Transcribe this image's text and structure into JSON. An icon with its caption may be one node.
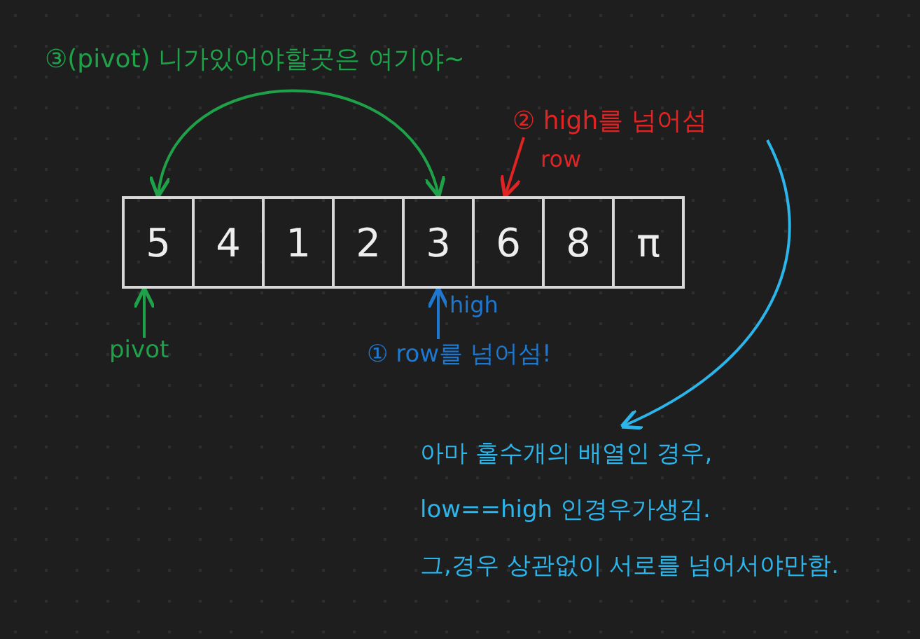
{
  "diagram": {
    "nodes": [
      {
        "text": [
          "5"
        ]
      },
      {
        "text": [
          "4"
        ]
      },
      {
        "text": [
          "1"
        ]
      },
      {
        "text": [
          "2"
        ]
      },
      {
        "text": [
          "3"
        ]
      },
      {
        "text": [
          "6"
        ]
      },
      {
        "text": [
          "8"
        ]
      },
      {
        "text": [
          "π"
        ]
      },
      {
        "text": [
          "pivot"
        ]
      },
      {
        "text": [
          "① row를 넘어섬!"
        ]
      },
      {
        "text": [
          "② high를 넘어섬"
        ]
      },
      {
        "text": [
          "아마 홀수개의 배열인 경우,",
          "low==high 인경우가생김.",
          "그,경우 상관없이 서로를 넘어서야만함."
        ]
      }
    ],
    "edges": [
      {
        "from": 4,
        "to": 0,
        "arrow": "both",
        "color": "#1fa14a"
      },
      {
        "from": 8,
        "to": 0,
        "arrow": "to",
        "color": "#1fa14a"
      },
      {
        "from": 9,
        "to": 4,
        "arrow": "to",
        "label": "high",
        "color": "#1e78d0"
      },
      {
        "from": 10,
        "to": 5,
        "arrow": "to",
        "label": "row",
        "color": "#e02424"
      },
      {
        "from": 10,
        "to": 11,
        "arrow": "to",
        "color": "#2cb5ea"
      }
    ],
    "labels": [
      "③(pivot) 니가있어야할곳은 여기야~"
    ]
  }
}
